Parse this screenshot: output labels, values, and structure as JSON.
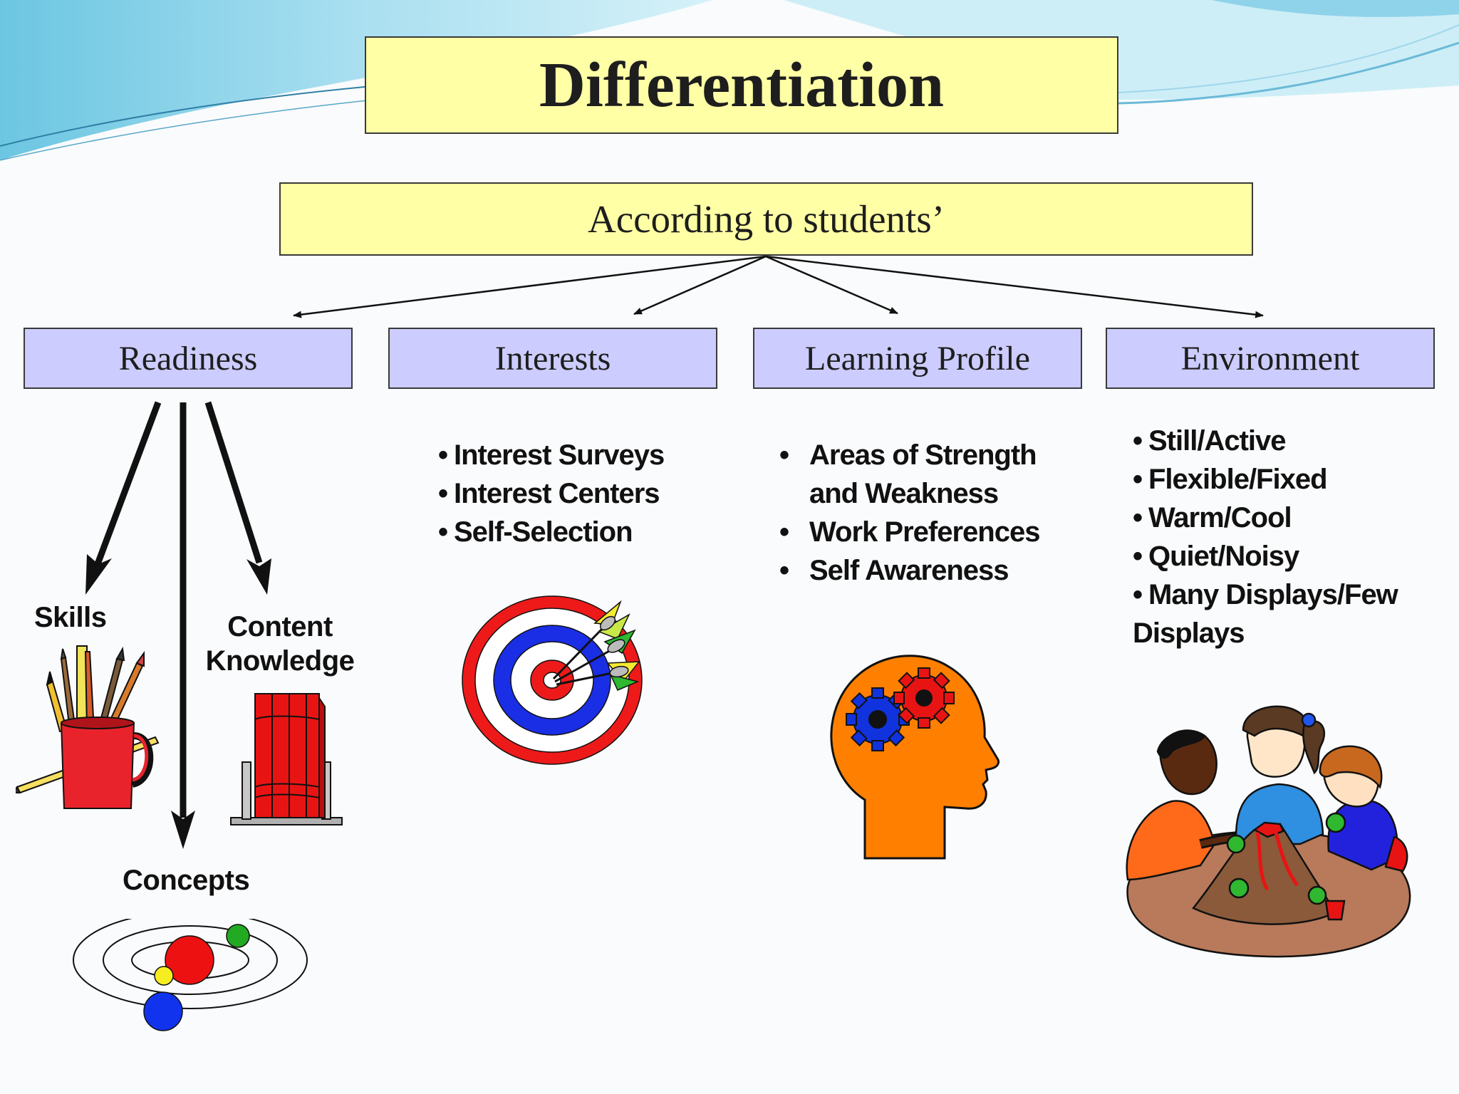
{
  "title": "Differentiation",
  "subtitle": "According to students’",
  "categories": {
    "readiness": "Readiness",
    "interests": "Interests",
    "learning_profile": "Learning Profile",
    "environment": "Environment"
  },
  "readiness": {
    "skills": "Skills",
    "content_line1": "Content",
    "content_line2": "Knowledge",
    "concepts": "Concepts"
  },
  "interests_items": [
    "Interest Surveys",
    "Interest Centers",
    "Self-Selection"
  ],
  "learning_profile_items": [
    "Areas of Strength and Weakness",
    "Work Preferences",
    "Self Awareness"
  ],
  "environment_items": [
    "Still/Active",
    "Flexible/Fixed",
    "Warm/Cool",
    "Quiet/Noisy",
    "Many Displays/Few",
    "Displays"
  ],
  "colors": {
    "title_fill": "#ffffa6",
    "category_fill": "#ccccff",
    "bg_wave": "#8fd3ea"
  },
  "icons": [
    "pencil-cup-icon",
    "books-icon",
    "solar-system-icon",
    "target-darts-icon",
    "head-gears-icon",
    "children-volcano-icon"
  ]
}
